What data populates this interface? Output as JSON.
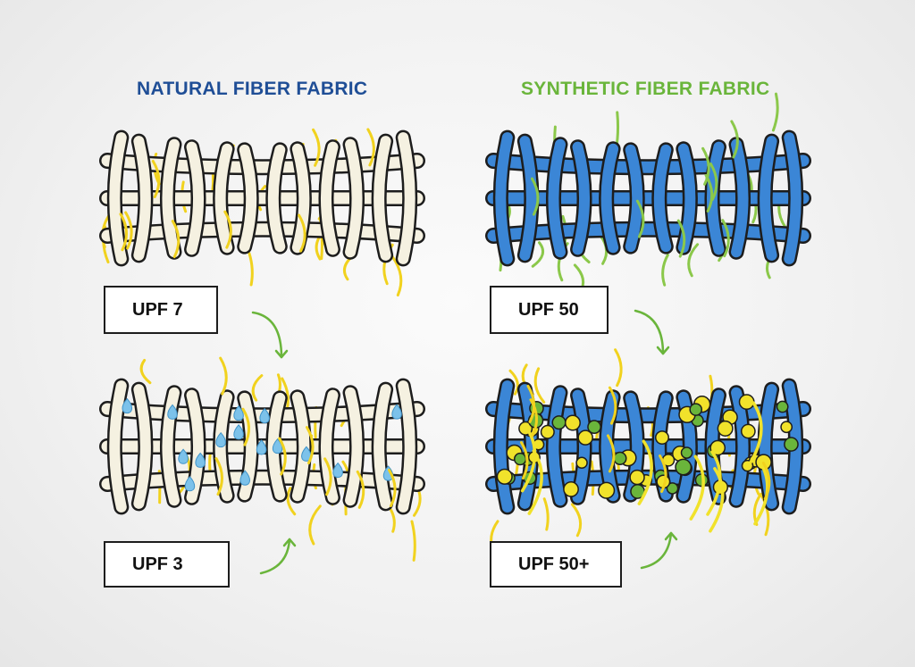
{
  "colors": {
    "natural_accent": "#1f4e96",
    "synthetic_accent": "#6ab53b",
    "natural_fiber": "#f5f1e1",
    "synthetic_fiber": "#3b86d6",
    "natural_fuzz": "#f1d21e",
    "synthetic_fuzz": "#8bc84a",
    "droplet": "#7cc2ea",
    "particle_yellow": "#f1e22b",
    "particle_green": "#6ab53b",
    "arrow": "#6ab53b",
    "outline": "#1d1d1d"
  },
  "natural": {
    "title": "NATURAL FIBER FABRIC",
    "dry_label": "UPF 7",
    "wet_label": "UPF 3",
    "dry_icon": "yellow-fuzz-icon",
    "wet_icon": "water-droplet-icon"
  },
  "synthetic": {
    "title": "SYNTHETIC FIBER FABRIC",
    "plain_label": "UPF 50",
    "treated_label": "UPF 50+",
    "plain_icon": "green-fuzz-icon",
    "treated_icon": "uv-absorber-particle-icon"
  }
}
